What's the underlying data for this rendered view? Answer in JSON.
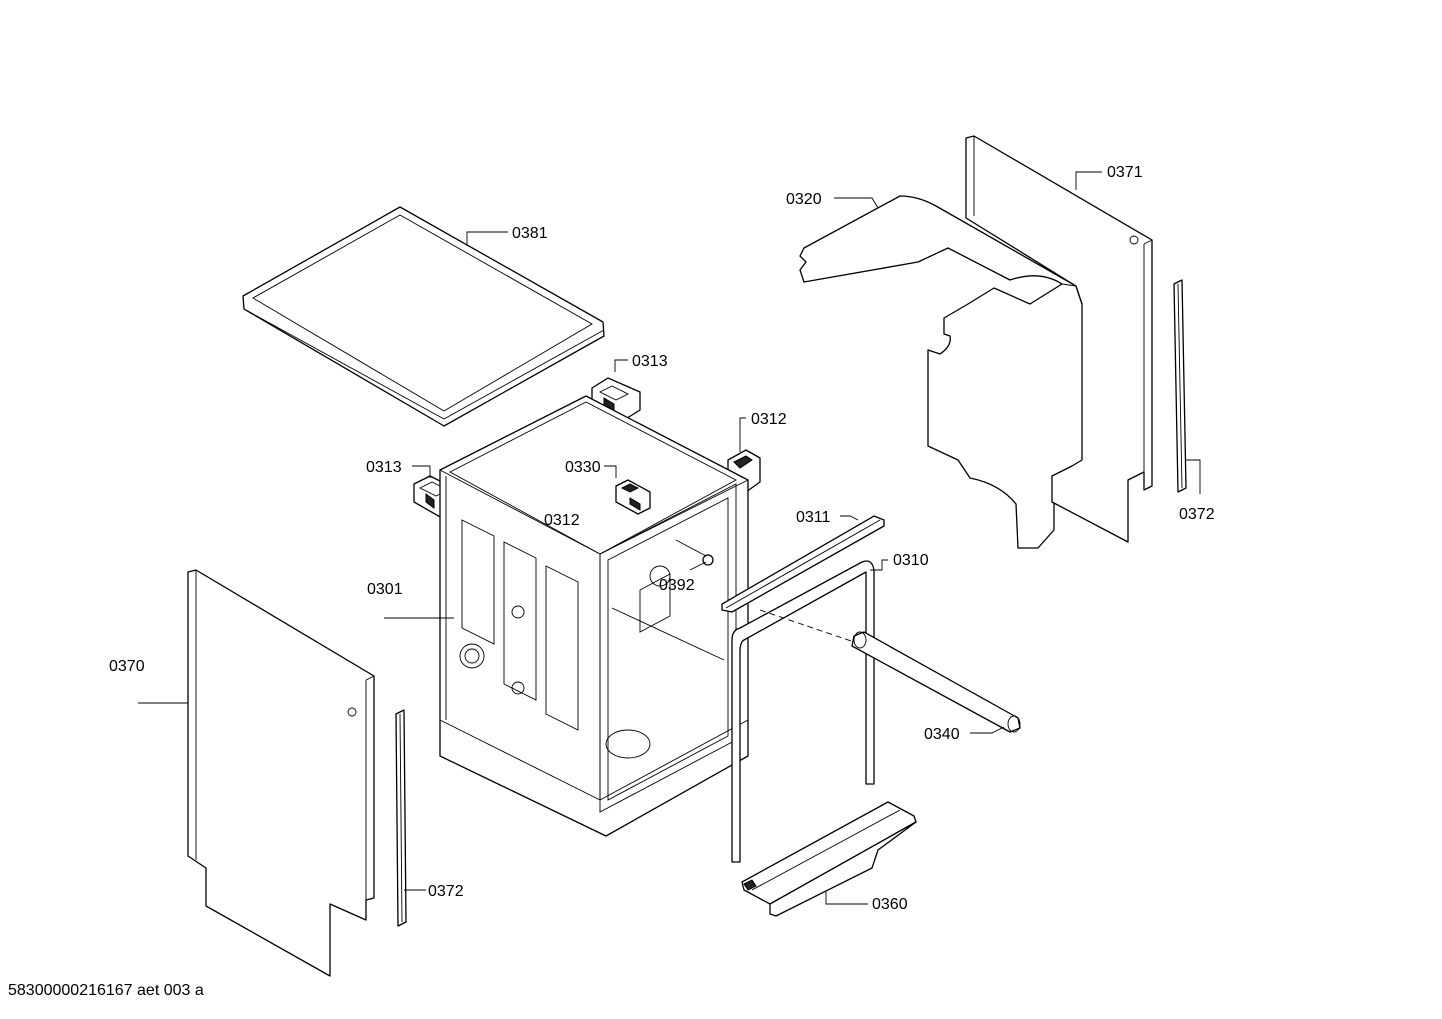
{
  "footer": {
    "code": "58300000216167 aet 003 a"
  },
  "labels": {
    "p0381": "0381",
    "p0313a": "0313",
    "p0313b": "0313",
    "p0312a": "0312",
    "p0312b": "0312",
    "p0330": "0330",
    "p0301": "0301",
    "p0392": "0392",
    "p0311": "0311",
    "p0310": "0310",
    "p0340": "0340",
    "p0370": "0370",
    "p0372a": "0372",
    "p0372b": "0372",
    "p0360": "0360",
    "p0320": "0320",
    "p0371": "0371"
  }
}
